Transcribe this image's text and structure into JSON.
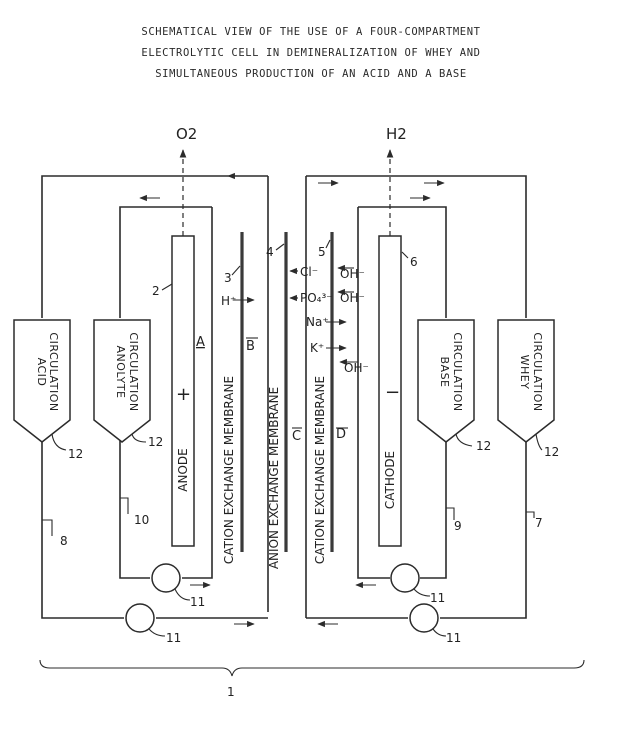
{
  "title": {
    "lines": [
      "SCHEMATICAL VIEW OF THE USE OF A FOUR-COMPARTMENT",
      "ELECTROLYTIC CELL IN DEMINERALIZATION OF WHEY AND",
      "SIMULTANEOUS PRODUCTION OF AN ACID AND A BASE"
    ]
  },
  "gases": {
    "anode_gas": "O2",
    "cathode_gas": "H2"
  },
  "electrodes": {
    "anode": "ANODE",
    "cathode": "CATHODE",
    "anode_sign": "+",
    "cathode_sign": "−"
  },
  "membranes": {
    "left_cation": "CATION EXCHANGE MEMBRANE",
    "anion": "ANION EXCHANGE MEMBRANE",
    "right_cation": "CATION EXCHANGE MEMBRANE"
  },
  "compartments": {
    "a": "A",
    "b": "B",
    "c": "C",
    "d": "D"
  },
  "ions": {
    "cl": "Cl⁻",
    "po4": "PO₄³⁻",
    "na": "Na⁺",
    "k": "K⁺",
    "oh1": "OH⁻",
    "oh2": "OH⁻",
    "oh3": "OH⁻",
    "h": "H⁺"
  },
  "circulations": {
    "acid": [
      "ACID",
      "CIRCULATION"
    ],
    "anolyte": [
      "ANOLYTE",
      "CIRCULATION"
    ],
    "base": [
      "BASE",
      "CIRCULATION"
    ],
    "whey": [
      "WHEY",
      "CIRCULATION"
    ]
  },
  "numbers": {
    "n1": "1",
    "n2": "2",
    "n3": "3",
    "n4": "4",
    "n5": "5",
    "n6": "6",
    "n7": "7",
    "n8": "8",
    "n9": "9",
    "n10": "10",
    "n11a": "11",
    "n11b": "11",
    "n11c": "11",
    "n11d": "11",
    "n12a": "12",
    "n12b": "12",
    "n12c": "12",
    "n12d": "12"
  }
}
